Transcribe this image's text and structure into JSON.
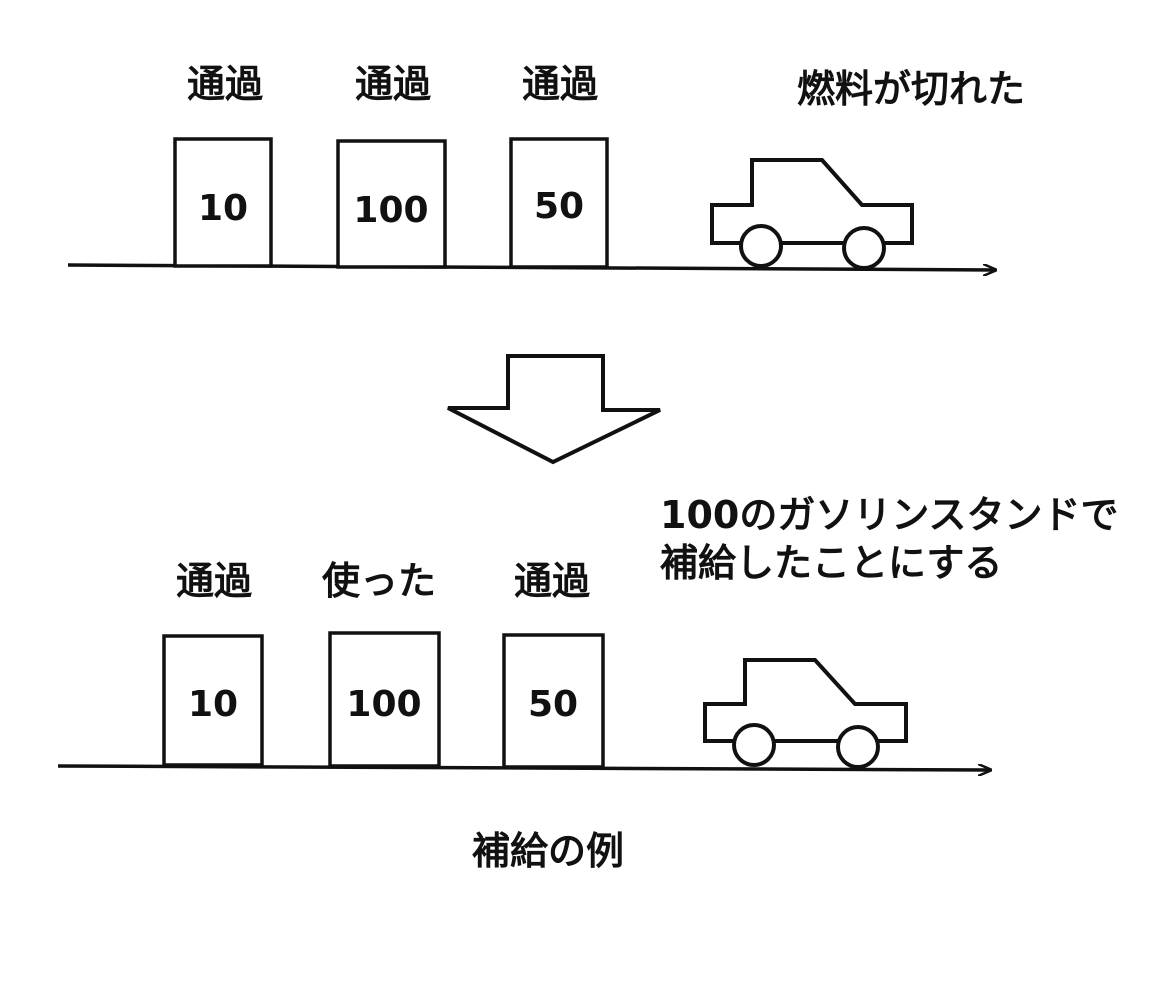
{
  "top_scene": {
    "stations": [
      {
        "status": "通過",
        "value": "10"
      },
      {
        "status": "通過",
        "value": "100"
      },
      {
        "status": "通過",
        "value": "50"
      }
    ],
    "car_label": "燃料が切れた"
  },
  "down_arrow": "down-arrow",
  "bottom_scene": {
    "note_line1": "100のガソリンスタンドで",
    "note_line2": "補給したことにする",
    "stations": [
      {
        "status": "通過",
        "value": "10"
      },
      {
        "status": "使った",
        "value": "100"
      },
      {
        "status": "通過",
        "value": "50"
      }
    ]
  },
  "caption": "補給の例",
  "colors": {
    "ink": "#111111",
    "background": "#ffffff"
  }
}
